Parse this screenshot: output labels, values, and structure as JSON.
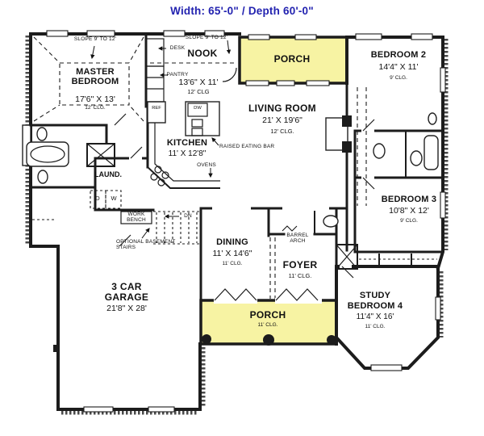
{
  "title": "Width:  65'-0\" / Depth 60'-0\"",
  "colors": {
    "porch_fill": "#f7f3a3",
    "title_text": "#2323b0",
    "wall": "#1c1c1c"
  },
  "rooms": {
    "master": {
      "name": "MASTER BEDROOM",
      "dims": "17'6\" X 13'",
      "clg": "12' CLG."
    },
    "nook": {
      "name": "NOOK",
      "dims": "13'6\" X 11'",
      "clg": "12' CLG"
    },
    "porch_top": {
      "name": "PORCH"
    },
    "bedroom2": {
      "name": "BEDROOM 2",
      "dims": "14'4\" X 11'",
      "clg": "9' CLG."
    },
    "living": {
      "name": "LIVING ROOM",
      "dims": "21' X 19'6\"",
      "clg": "12' CLG."
    },
    "kitchen": {
      "name": "KITCHEN",
      "dims": "11' X 12'8\""
    },
    "laundry": {
      "name": "LAUND."
    },
    "bedroom3": {
      "name": "BEDROOM 3",
      "dims": "10'8\" X 12'",
      "clg": "9' CLG."
    },
    "dining": {
      "name": "DINING",
      "dims": "11' X 14'6\"",
      "clg": "11' CLG."
    },
    "foyer": {
      "name": "FOYER",
      "clg": "11' CLG."
    },
    "study": {
      "line1": "STUDY",
      "line2": "BEDROOM 4",
      "dims": "11'4\" X 16'",
      "clg": "11' CLG."
    },
    "garage": {
      "line1": "3 CAR",
      "line2": "GARAGE",
      "dims": "21'8\" X 28'"
    },
    "porch_bottom": {
      "name": "PORCH",
      "clg": "11' CLG."
    }
  },
  "annotations": {
    "slope": "SLOPE 9' TO 12'",
    "desk": "DESK",
    "pantry": "PANTRY",
    "ref": "REF",
    "dw": "DW",
    "ovens": "OVENS",
    "eating_bar": "RAISED EATING BAR",
    "work_bench": "WORK BENCH",
    "dn": "DN",
    "basement_stairs": "OPTIONAL BASEMENT STAIRS",
    "barrel_arch": "BARREL ARCH",
    "dryer": "D",
    "washer": "W"
  }
}
